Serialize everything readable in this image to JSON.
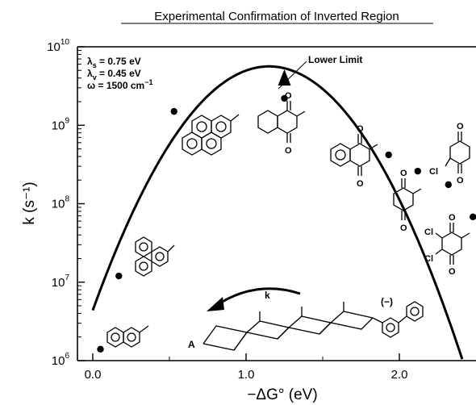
{
  "chart_data": {
    "type": "scatter",
    "title": "Experimental Confirmation of Inverted Region",
    "xlabel": "−ΔG° (eV)",
    "ylabel": "k (s⁻¹)",
    "xlim": [
      -0.1,
      2.5
    ],
    "ylim_log10": [
      6,
      10
    ],
    "log_y": true,
    "x_ticks": [
      {
        "value": 0.0,
        "label": "0.0"
      },
      {
        "value": 1.0,
        "label": "1.0"
      },
      {
        "value": 2.0,
        "label": "2.0"
      }
    ],
    "y_ticks": [
      {
        "exp": 6,
        "base": "10",
        "sup": "6"
      },
      {
        "exp": 7,
        "base": "10",
        "sup": "7"
      },
      {
        "exp": 8,
        "base": "10",
        "sup": "8"
      },
      {
        "exp": 9,
        "base": "10",
        "sup": "9"
      },
      {
        "exp": 10,
        "base": "10",
        "sup": "10"
      }
    ],
    "points": [
      {
        "x": 0.05,
        "y": 1400000.0
      },
      {
        "x": 0.17,
        "y": 12000000.0
      },
      {
        "x": 0.53,
        "y": 1500000000.0
      },
      {
        "x": 1.25,
        "y": 2200000000.0
      },
      {
        "x": 1.93,
        "y": 420000000.0
      },
      {
        "x": 2.12,
        "y": 260000000.0
      },
      {
        "x": 2.32,
        "y": 175000000.0
      },
      {
        "x": 2.48,
        "y": 68000000.0
      }
    ],
    "lower_limit_x": 1.25,
    "curve": {
      "peak_x": 1.15,
      "peak_log10_k": 9.75,
      "coeff": 2.35
    },
    "parameters": [
      {
        "sym": "λ",
        "sub": "s",
        "text": " = 0.75 eV"
      },
      {
        "sym": "λ",
        "sub": "v",
        "text": " = 0.45 eV"
      },
      {
        "sym": "ω",
        "sub": "",
        "text": " = 1500 cm",
        "sup": "−1"
      }
    ],
    "annotations": {
      "lower_limit": "Lower Limit",
      "k_arrow": "k",
      "anion": "(−)",
      "acceptor_end": "A",
      "cl": "Cl"
    }
  }
}
